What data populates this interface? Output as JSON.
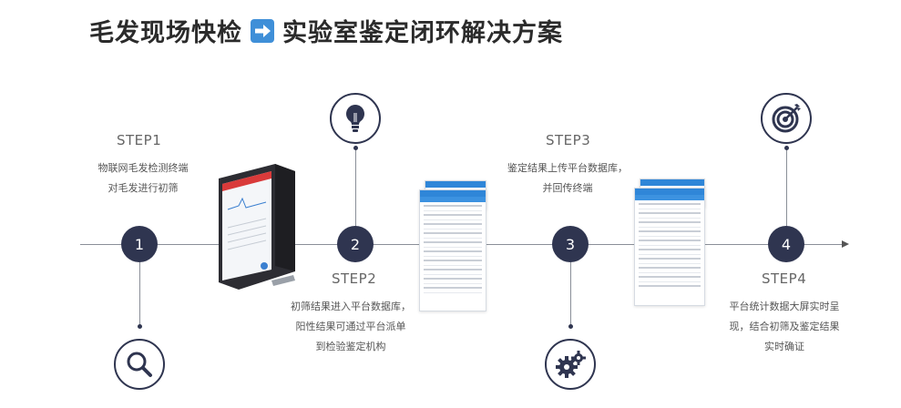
{
  "header": {
    "title_left": "毛发现场快检",
    "title_right": "实验室鉴定闭环解决方案",
    "arrow_icon": "right-arrow-icon",
    "accent_color": "#3f8fd8"
  },
  "steps": [
    {
      "number": "1",
      "label": "STEP1",
      "desc_lines": [
        "物联网毛发检测终端",
        "对毛发进行初筛"
      ],
      "icon": "magnifier-icon"
    },
    {
      "number": "2",
      "label": "STEP2",
      "desc_lines": [
        "初筛结果进入平台数据库，",
        "阳性结果可通过平台派单",
        "到检验鉴定机构"
      ],
      "icon": "lightbulb-icon"
    },
    {
      "number": "3",
      "label": "STEP3",
      "desc_lines": [
        "鉴定结果上传平台数据库，",
        "并回传终端"
      ],
      "icon": "gears-icon"
    },
    {
      "number": "4",
      "label": "STEP4",
      "desc_lines": [
        "平台统计数据大屏实时呈",
        "现，结合初筛及鉴定结果",
        "实时确证"
      ],
      "icon": "target-icon"
    }
  ],
  "colors": {
    "node": "#2f3550",
    "line": "#8a8f98"
  }
}
